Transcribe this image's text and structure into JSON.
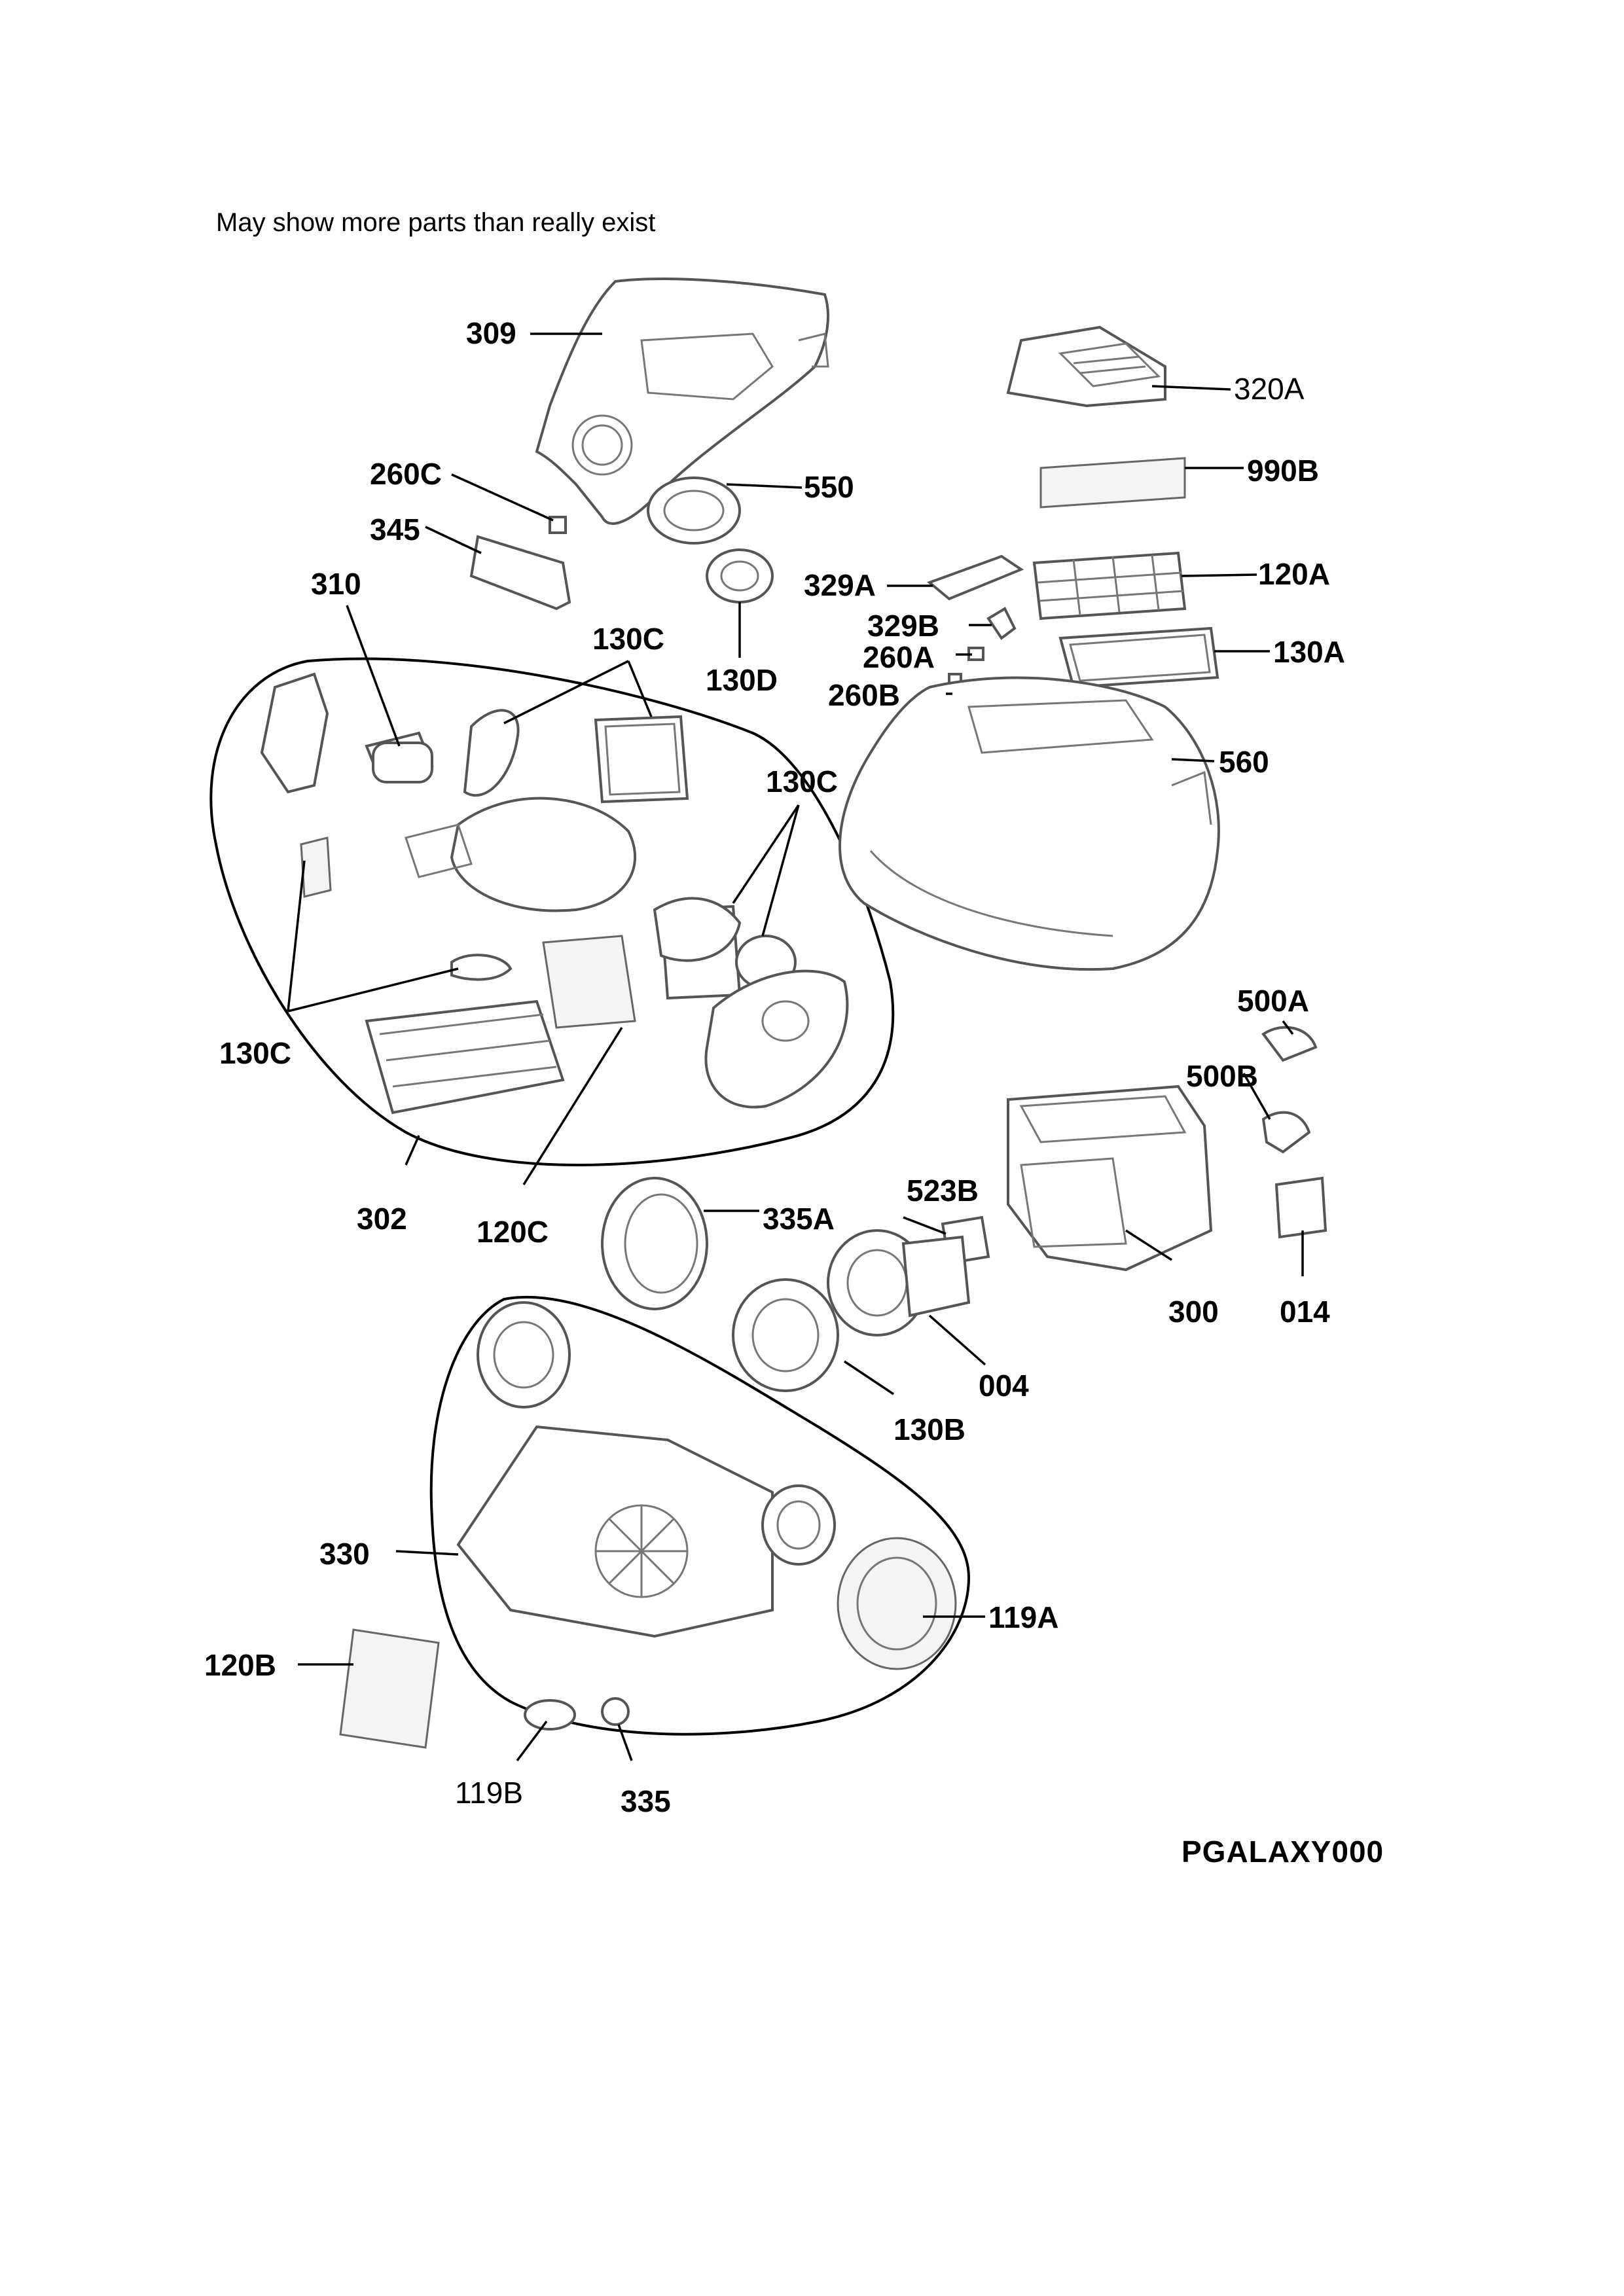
{
  "note": "May show more parts than really exist",
  "diagram_code": "PGALAXY000",
  "labels": {
    "l309": "309",
    "l320A": "320A",
    "l260C": "260C",
    "l550": "550",
    "l990B": "990B",
    "l345": "345",
    "l310": "310",
    "l329A": "329A",
    "l120A": "120A",
    "l130C_top": "130C",
    "l329B": "329B",
    "l260A": "260A",
    "l130A": "130A",
    "l130D": "130D",
    "l260B": "260B",
    "l560": "560",
    "l130C_right": "130C",
    "l130C_left": "130C",
    "l500A": "500A",
    "l500B": "500B",
    "l302": "302",
    "l120C": "120C",
    "l523B": "523B",
    "l335A": "335A",
    "l300": "300",
    "l014": "014",
    "l004": "004",
    "l130B": "130B",
    "l330": "330",
    "l119A": "119A",
    "l120B": "120B",
    "l119B": "119B",
    "l335": "335"
  }
}
